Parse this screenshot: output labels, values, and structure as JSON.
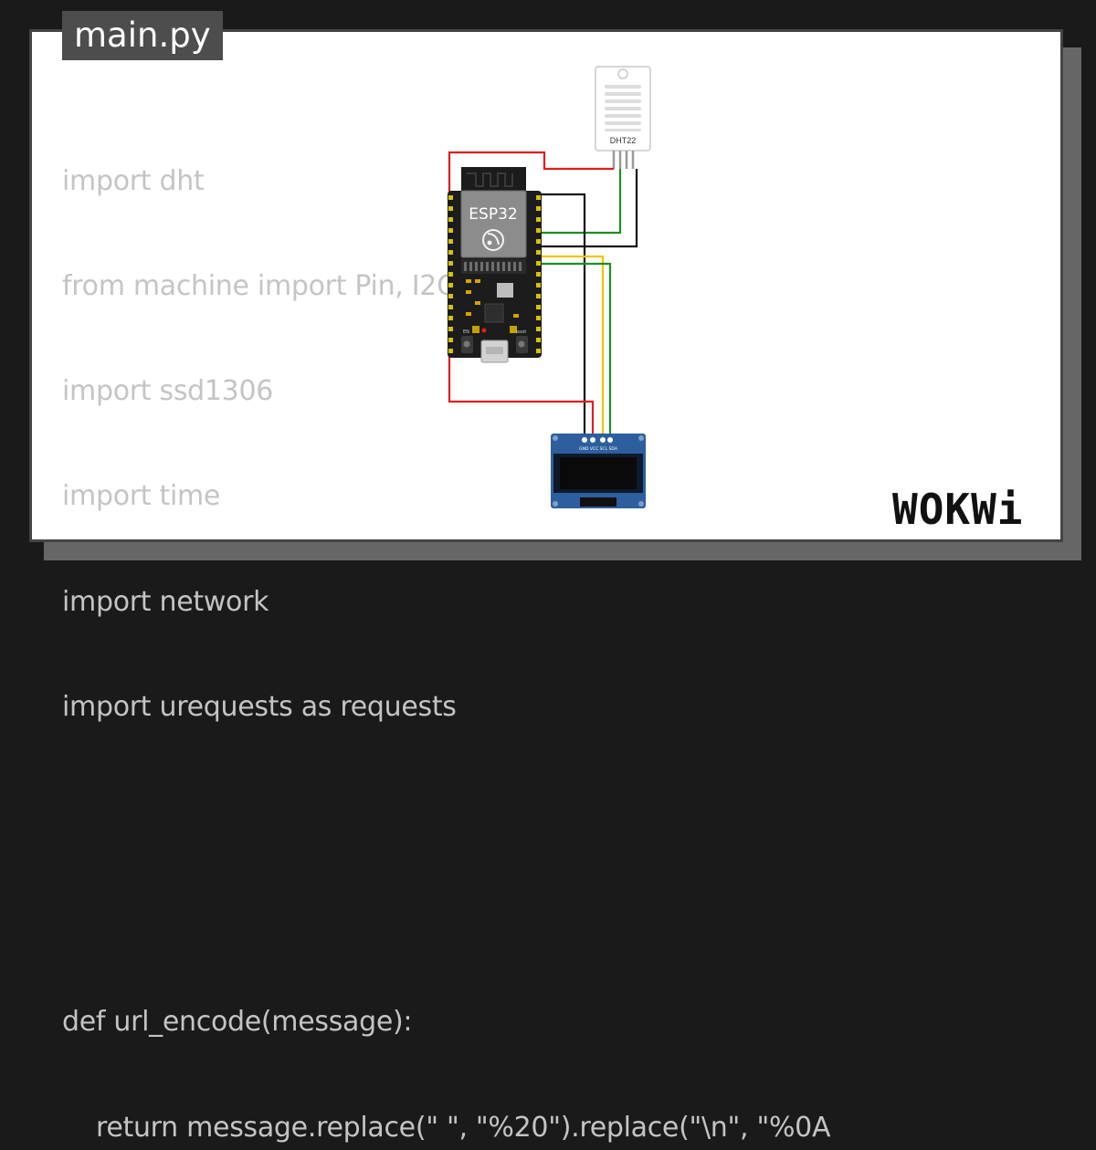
{
  "tab": {
    "filename": "main.py"
  },
  "code": {
    "lines": [
      "import dht",
      "from machine import Pin, I2C",
      "import ssd1306",
      "import time",
      "import network",
      "import urequests as requests",
      "",
      "",
      "def url_encode(message):",
      "    return message.replace(\" \", \"%20\").replace(\"\\n\", \"%0A"
    ]
  },
  "board": {
    "label": "ESP32",
    "en_label": "EN",
    "boot_label": "boot"
  },
  "sensor": {
    "label": "DHT22"
  },
  "oled": {
    "pin_labels": "GND VCC SCL SDA"
  },
  "brand": {
    "name": "WOKWi"
  },
  "colors": {
    "vcc": "#e11d1d",
    "gnd": "#111111",
    "data": "#1f8f1f",
    "scl": "#f2c400",
    "background": "#1a1a1a"
  }
}
